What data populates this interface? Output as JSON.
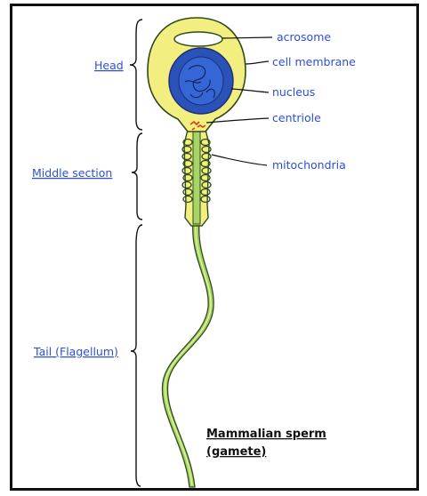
{
  "diagram": {
    "sections": {
      "head": "Head",
      "middle": "Middle section",
      "tail": "Tail (Flagellum)"
    },
    "labels": {
      "acrosome": "acrosome",
      "cell_membrane": "cell membrane",
      "nucleus": "nucleus",
      "centriole": "centriole",
      "mitochondria": "mitochondria"
    },
    "caption": {
      "line1": "Mammalian sperm",
      "line2": "(gamete)"
    },
    "colors": {
      "membrane": "#f2ef80",
      "nucleus": "#1f55c8",
      "tail": "#a8d46a",
      "label": "#2c4fd8",
      "centriole": "#d83a1a"
    }
  }
}
